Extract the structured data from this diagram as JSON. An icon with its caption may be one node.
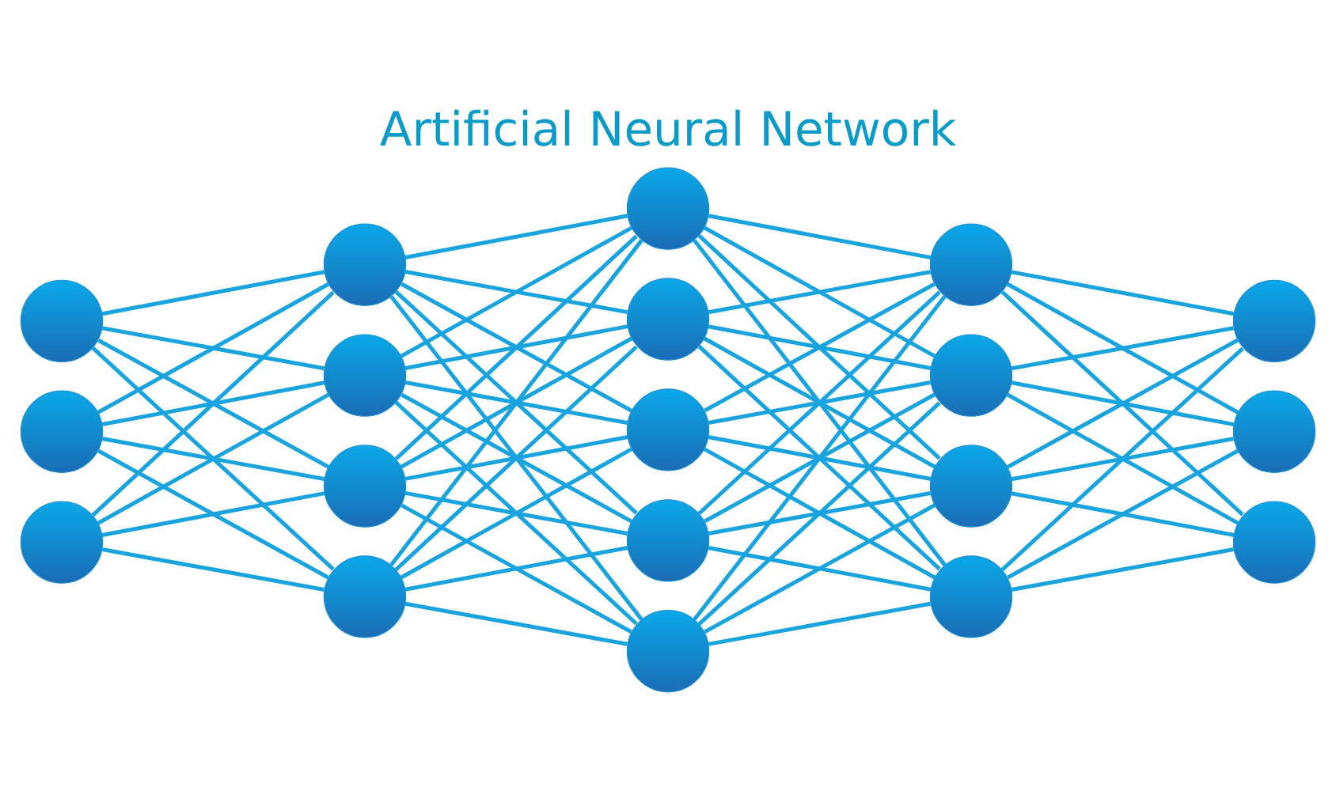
{
  "diagram": {
    "title": "Artificial Neural Network",
    "nodes": [
      {
        "text": [],
        "shape": "circle"
      },
      {
        "text": [],
        "shape": "circle"
      },
      {
        "text": [],
        "shape": "circle"
      },
      {
        "text": [],
        "shape": "circle"
      },
      {
        "text": [],
        "shape": "circle"
      },
      {
        "text": [],
        "shape": "circle"
      },
      {
        "text": [],
        "shape": "circle"
      },
      {
        "text": [],
        "shape": "circle"
      },
      {
        "text": [],
        "shape": "circle"
      },
      {
        "text": [],
        "shape": "circle"
      },
      {
        "text": [],
        "shape": "circle"
      },
      {
        "text": [],
        "shape": "circle"
      },
      {
        "text": [],
        "shape": "circle"
      },
      {
        "text": [],
        "shape": "circle"
      },
      {
        "text": [],
        "shape": "circle"
      },
      {
        "text": [],
        "shape": "circle"
      },
      {
        "text": [],
        "shape": "circle"
      },
      {
        "text": [],
        "shape": "circle"
      },
      {
        "text": [],
        "shape": "circle"
      }
    ],
    "edges": [
      {
        "from": 0,
        "to": 3,
        "arrow": "none"
      },
      {
        "from": 0,
        "to": 4,
        "arrow": "none"
      },
      {
        "from": 0,
        "to": 5,
        "arrow": "none"
      },
      {
        "from": 0,
        "to": 6,
        "arrow": "none"
      },
      {
        "from": 1,
        "to": 3,
        "arrow": "none"
      },
      {
        "from": 1,
        "to": 4,
        "arrow": "none"
      },
      {
        "from": 1,
        "to": 5,
        "arrow": "none"
      },
      {
        "from": 1,
        "to": 6,
        "arrow": "none"
      },
      {
        "from": 2,
        "to": 3,
        "arrow": "none"
      },
      {
        "from": 2,
        "to": 4,
        "arrow": "none"
      },
      {
        "from": 2,
        "to": 5,
        "arrow": "none"
      },
      {
        "from": 2,
        "to": 6,
        "arrow": "none"
      },
      {
        "from": 3,
        "to": 7,
        "arrow": "none"
      },
      {
        "from": 3,
        "to": 8,
        "arrow": "none"
      },
      {
        "from": 3,
        "to": 9,
        "arrow": "none"
      },
      {
        "from": 3,
        "to": 10,
        "arrow": "none"
      },
      {
        "from": 3,
        "to": 11,
        "arrow": "none"
      },
      {
        "from": 4,
        "to": 7,
        "arrow": "none"
      },
      {
        "from": 4,
        "to": 8,
        "arrow": "none"
      },
      {
        "from": 4,
        "to": 9,
        "arrow": "none"
      },
      {
        "from": 4,
        "to": 10,
        "arrow": "none"
      },
      {
        "from": 4,
        "to": 11,
        "arrow": "none"
      },
      {
        "from": 5,
        "to": 7,
        "arrow": "none"
      },
      {
        "from": 5,
        "to": 8,
        "arrow": "none"
      },
      {
        "from": 5,
        "to": 9,
        "arrow": "none"
      },
      {
        "from": 5,
        "to": 10,
        "arrow": "none"
      },
      {
        "from": 5,
        "to": 11,
        "arrow": "none"
      },
      {
        "from": 6,
        "to": 7,
        "arrow": "none"
      },
      {
        "from": 6,
        "to": 8,
        "arrow": "none"
      },
      {
        "from": 6,
        "to": 9,
        "arrow": "none"
      },
      {
        "from": 6,
        "to": 10,
        "arrow": "none"
      },
      {
        "from": 6,
        "to": 11,
        "arrow": "none"
      },
      {
        "from": 7,
        "to": 12,
        "arrow": "none"
      },
      {
        "from": 7,
        "to": 13,
        "arrow": "none"
      },
      {
        "from": 7,
        "to": 14,
        "arrow": "none"
      },
      {
        "from": 7,
        "to": 15,
        "arrow": "none"
      },
      {
        "from": 8,
        "to": 12,
        "arrow": "none"
      },
      {
        "from": 8,
        "to": 13,
        "arrow": "none"
      },
      {
        "from": 8,
        "to": 14,
        "arrow": "none"
      },
      {
        "from": 8,
        "to": 15,
        "arrow": "none"
      },
      {
        "from": 9,
        "to": 12,
        "arrow": "none"
      },
      {
        "from": 9,
        "to": 13,
        "arrow": "none"
      },
      {
        "from": 9,
        "to": 14,
        "arrow": "none"
      },
      {
        "from": 9,
        "to": 15,
        "arrow": "none"
      },
      {
        "from": 10,
        "to": 12,
        "arrow": "none"
      },
      {
        "from": 10,
        "to": 13,
        "arrow": "none"
      },
      {
        "from": 10,
        "to": 14,
        "arrow": "none"
      },
      {
        "from": 10,
        "to": 15,
        "arrow": "none"
      },
      {
        "from": 11,
        "to": 12,
        "arrow": "none"
      },
      {
        "from": 11,
        "to": 13,
        "arrow": "none"
      },
      {
        "from": 11,
        "to": 14,
        "arrow": "none"
      },
      {
        "from": 11,
        "to": 15,
        "arrow": "none"
      },
      {
        "from": 12,
        "to": 16,
        "arrow": "none"
      },
      {
        "from": 12,
        "to": 17,
        "arrow": "none"
      },
      {
        "from": 12,
        "to": 18,
        "arrow": "none"
      },
      {
        "from": 13,
        "to": 16,
        "arrow": "none"
      },
      {
        "from": 13,
        "to": 17,
        "arrow": "none"
      },
      {
        "from": 13,
        "to": 18,
        "arrow": "none"
      },
      {
        "from": 14,
        "to": 16,
        "arrow": "none"
      },
      {
        "from": 14,
        "to": 17,
        "arrow": "none"
      },
      {
        "from": 14,
        "to": 18,
        "arrow": "none"
      },
      {
        "from": 15,
        "to": 16,
        "arrow": "none"
      },
      {
        "from": 15,
        "to": 17,
        "arrow": "none"
      },
      {
        "from": 15,
        "to": 18,
        "arrow": "none"
      }
    ]
  }
}
